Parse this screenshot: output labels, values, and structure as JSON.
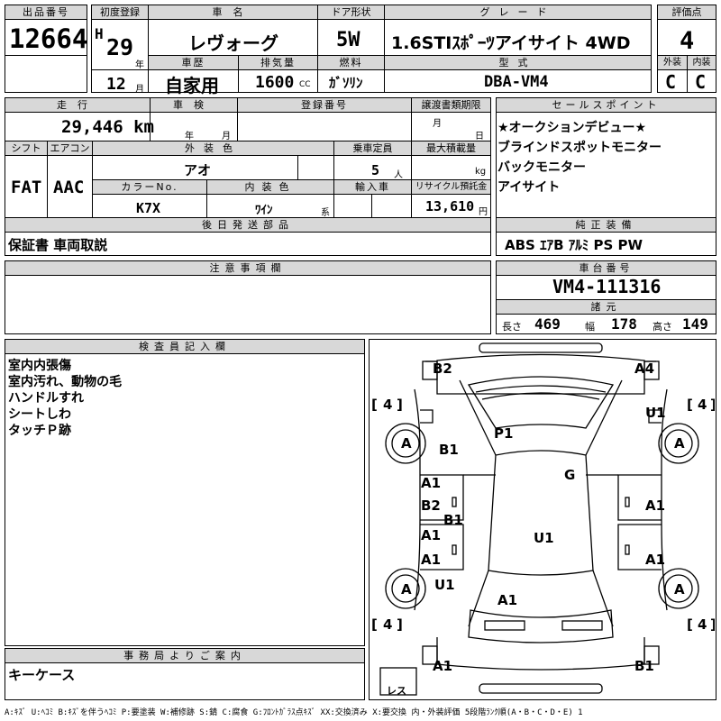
{
  "header": {
    "lot_no_label": "出品番号",
    "lot_no": "12664",
    "first_reg_label": "初度登録",
    "era": "H",
    "year": "29",
    "year_unit": "年",
    "month": "12",
    "month_unit": "月",
    "car_name_label": "車名",
    "car_name": "レヴォーグ",
    "door_label": "ドア形状",
    "door": "5W",
    "grade_label": "グレード",
    "grade": "1.6STIｽﾎﾟｰﾂアイサイト 4WD",
    "score_label": "評価点",
    "score": "4",
    "history_label": "車歴",
    "history": "自家用",
    "displacement_label": "排気量",
    "displacement": "1600",
    "displacement_unit": "CC",
    "fuel_label": "燃料",
    "fuel": "ｶﾞｿﾘﾝ",
    "model_label": "型式",
    "model": "DBA-VM4",
    "exterior_label": "外装",
    "exterior": "C",
    "interior_label": "内装",
    "interior": "C"
  },
  "details": {
    "mileage_label": "走行",
    "mileage": "29,446 km",
    "inspection_label": "車検",
    "inspection_year_unit": "年",
    "inspection_month_unit": "月",
    "reg_no_label": "登録番号",
    "transfer_label": "譲渡書類期限",
    "transfer_month_unit": "月",
    "transfer_day_unit": "日",
    "shift_label": "シフト",
    "shift": "FAT",
    "ac_label": "エアコン",
    "ac": "AAC",
    "ext_color_label": "外装色",
    "ext_color": "アオ",
    "capacity_label": "乗車定員",
    "capacity": "5",
    "capacity_unit": "人",
    "load_label": "最大積載量",
    "load_unit": "kg",
    "color_no_label": "カラーNo.",
    "color_no": "K7X",
    "int_color_label": "内装色",
    "int_color": "ﾜｲﾝ",
    "int_color_unit": "系",
    "import_label": "輸入車",
    "recycle_label": "リサイクル預託金",
    "recycle": "13,610",
    "recycle_unit": "円",
    "later_parts_label": "後日発送部品",
    "later_parts": "保証書 車両取説",
    "notes_label": "注意事項欄"
  },
  "sales": {
    "label": "セールスポイント",
    "points": [
      "★オークションデビュー★",
      "ブラインドスポットモニター",
      "バックモニター",
      "アイサイト"
    ],
    "equipment_label": "純正装備",
    "equipment": "ABS ｴｱB ｱﾙﾐ PS PW",
    "chassis_label": "車台番号",
    "chassis": "VM4-111316",
    "spec_label": "諸元",
    "length_label": "長さ",
    "length": "469",
    "width_label": "幅",
    "width": "178",
    "height_label": "高さ",
    "height": "149"
  },
  "inspector": {
    "label": "検査員記入欄",
    "lines": [
      "室内内張傷",
      "室内汚れ、動物の毛",
      "ハンドルすれ",
      "シートしわ",
      "タッチＰ跡"
    ]
  },
  "office": {
    "label": "事務局よりご案内",
    "text": "キーケース"
  },
  "diagram": {
    "marks": [
      "B2",
      "A4",
      "U1",
      "A",
      "B1",
      "P1",
      "G",
      "A1",
      "B2",
      "B1",
      "A1",
      "A1",
      "U1",
      "A1",
      "A1",
      "A",
      "U1",
      "A",
      "A",
      "A1",
      "B1",
      "A1",
      "A"
    ],
    "tire_front_left": "4",
    "tire_front_right": "4",
    "tire_rear_left": "4",
    "tire_rear_right": "4",
    "spare": "レス"
  },
  "legend": "A:ｷｽﾞ U:ﾍｺﾐ B:ｷｽﾞを伴うﾍｺﾐ P:要塗装 W:補修跡 S:錆 C:腐食 G:ﾌﾛﾝﾄｶﾞﾗｽ点ｷｽﾞ XX:交換済み X:要交換 内・外装評価 5段階ﾗﾝｸ順(A・B・C・D・E) 1"
}
